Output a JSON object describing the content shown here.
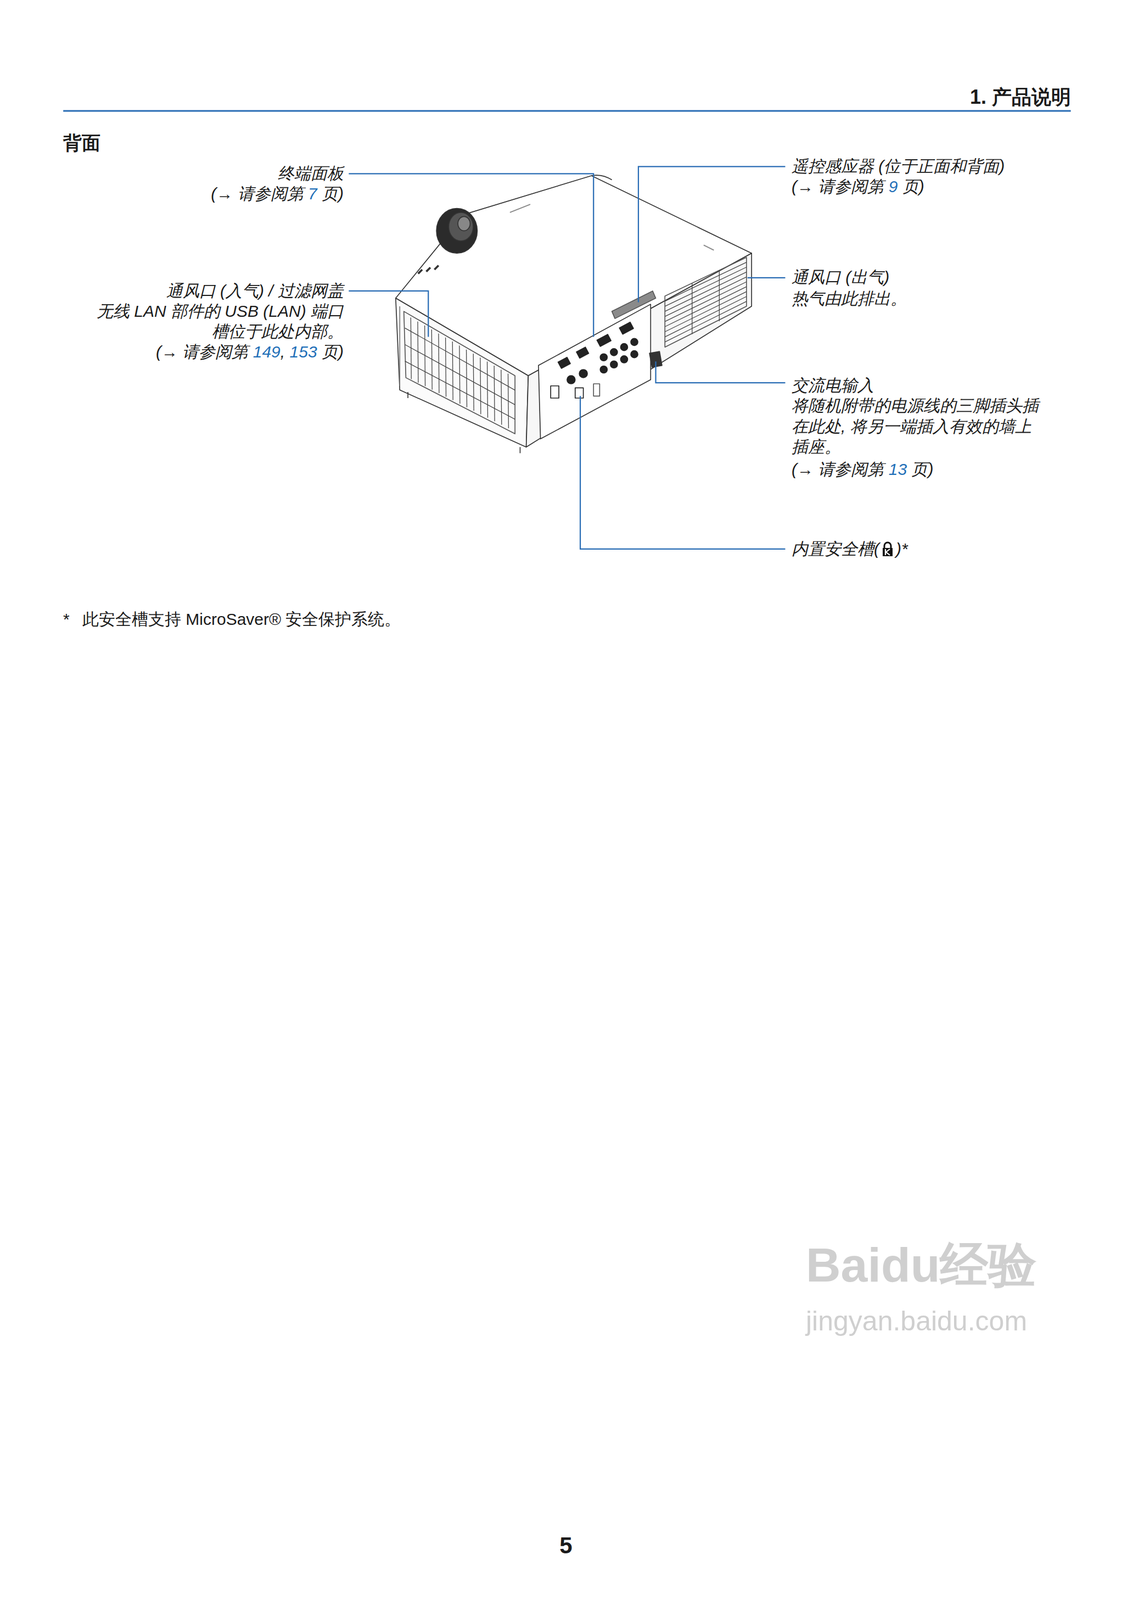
{
  "diagram": {
    "labels": [
      "1. 产品说明",
      "背面",
      "终端面板",
      "(→ 请参阅第",
      "7",
      "页)",
      "通风口 (入气) / 过滤网盖",
      "无线 LAN 部件的 USB (LAN) 端口",
      "槽位于此处内部。",
      "(→ 请参阅第",
      "149",
      ",",
      "153",
      "页)",
      "遥控感应器 (位于正面和背面)",
      "(→ 请参阅第",
      "9",
      "页)",
      "通风口 (出气)",
      "热气由此排出。",
      "交流电输入",
      "将随机附带的电源线的三脚插头插",
      "在此处, 将另一端插入有效的墙上",
      "插座。",
      "(→ 请参阅第",
      "13",
      "页)",
      "内置安全槽(",
      ")*",
      "*",
      "此安全槽支持 MicroSaver® 安全保护系统。",
      "5",
      "Baidu经验",
      "jingyan.baidu.com"
    ]
  }
}
